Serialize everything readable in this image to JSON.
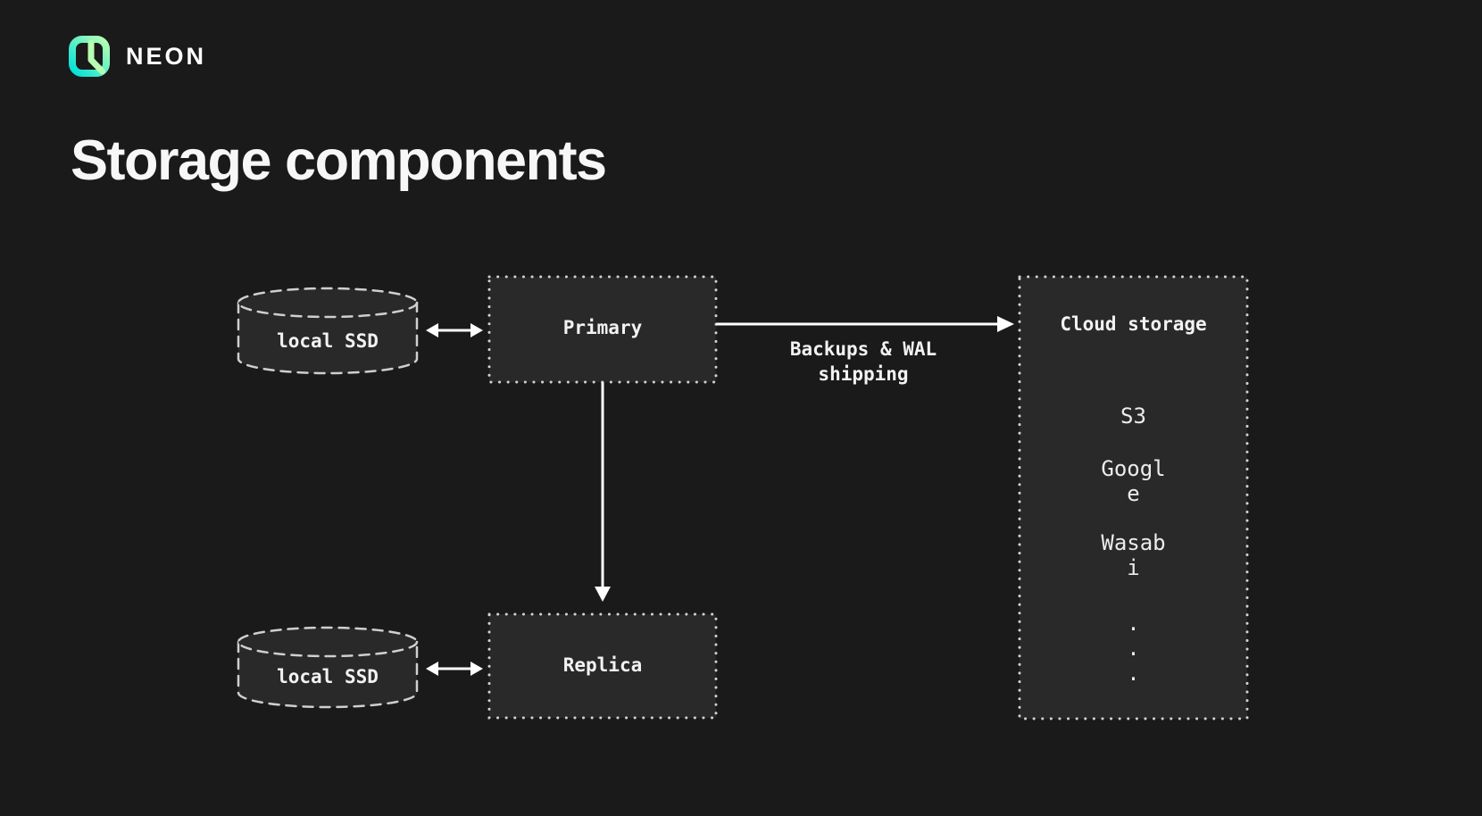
{
  "header": {
    "logo_text": "NEON"
  },
  "title": "Storage components",
  "diagram": {
    "cylinders": [
      {
        "label": "local SSD"
      },
      {
        "label": "local SSD"
      }
    ],
    "nodes": {
      "primary": {
        "label": "Primary"
      },
      "replica": {
        "label": "Replica"
      },
      "cloud": {
        "title": "Cloud storage",
        "items": [
          "S3",
          "Google",
          "Wasabi"
        ],
        "ellipsis": ".\n.\n."
      }
    },
    "edges": {
      "backups_label": "Backups & WAL\nshipping"
    },
    "colors": {
      "background": "#1a1a1a",
      "node_fill": "#292929",
      "node_border": "#d2d2d2",
      "text": "#f2f2f2",
      "arrow": "#ffffff",
      "logo_gradient_start": "#00e0d9",
      "logo_gradient_end": "#b9ffb3"
    }
  }
}
